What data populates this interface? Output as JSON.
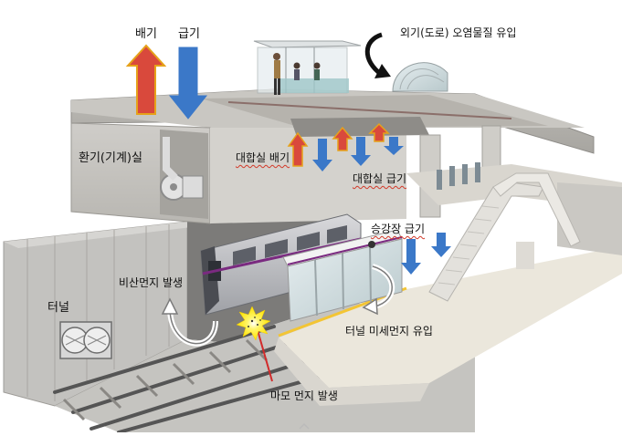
{
  "labels": {
    "exhaust_top": "배기",
    "supply_top": "급기",
    "outdoor_inflow": "외기(도로) 오염물질 유입",
    "ventilation_room": "환기(기계)실",
    "concourse_exhaust": "대합실 배기",
    "concourse_supply": "대합실 급기",
    "platform_supply": "승강장 급기",
    "scatter_dust": "비산먼지 발생",
    "tunnel": "터널",
    "tunnel_fine_dust": "터널 미세먼지 유입",
    "wear_dust": "마모 먼지 발생"
  },
  "colors": {
    "exhaust_arrow": "#d9493c",
    "supply_arrow": "#3b78c8",
    "arrow_outline": "#e6a21a",
    "structure_light": "#d8d6d2",
    "structure_dark": "#9c9a96",
    "train_accent": "#7a2a80",
    "dust_burst": "#ffe400"
  }
}
